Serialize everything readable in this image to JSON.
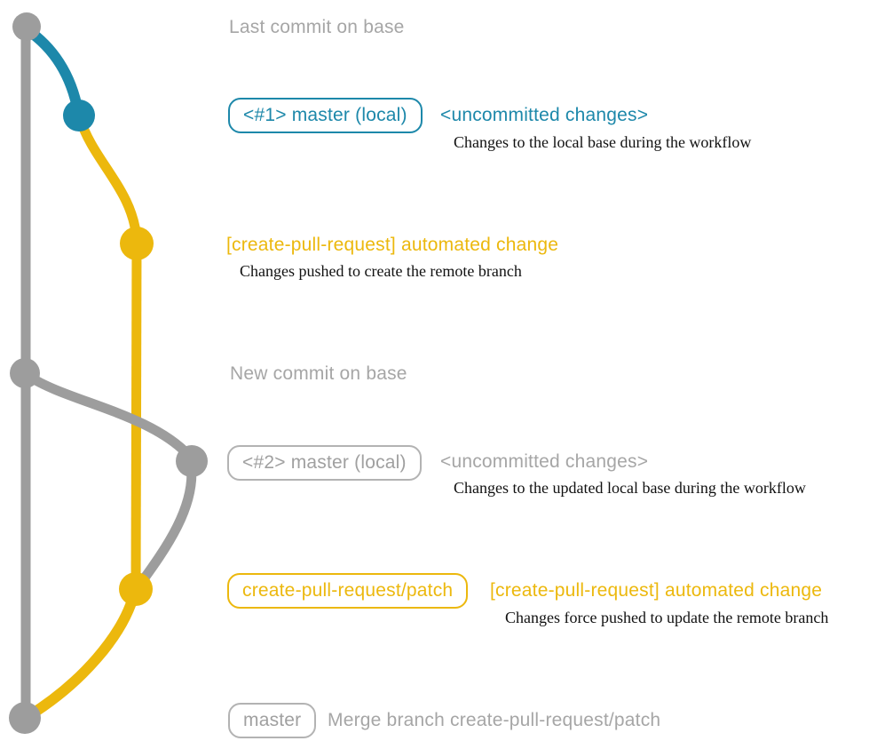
{
  "colors": {
    "base_branch_gray": "#9d9d9d",
    "local_branch_teal": "#1d88aa",
    "remote_branch_yellow": "#ecb80d",
    "note_text_gray": "#a6a6a6",
    "description_text": "#111111"
  },
  "graph": {
    "base_branch": "base",
    "local_branch": "master (local)",
    "remote_branch": "create-pull-request/patch"
  },
  "annotations": {
    "last_commit": {
      "text": "Last commit on base"
    },
    "row1": {
      "badge": "<#1> master (local)",
      "title": "<uncommitted changes>",
      "desc": "Changes to the local base during the workflow"
    },
    "row2": {
      "title": "[create-pull-request] automated change",
      "desc": "Changes pushed to create the remote branch"
    },
    "new_commit": {
      "text": "New commit on base"
    },
    "row3": {
      "badge": "<#2> master (local)",
      "title": "<uncommitted changes>",
      "desc": "Changes to the updated local base during the workflow"
    },
    "row4": {
      "badge": "create-pull-request/patch",
      "title": "[create-pull-request] automated change",
      "desc": "Changes force pushed to update the remote branch"
    },
    "merge": {
      "badge": "master",
      "text": "Merge branch create-pull-request/patch"
    }
  }
}
